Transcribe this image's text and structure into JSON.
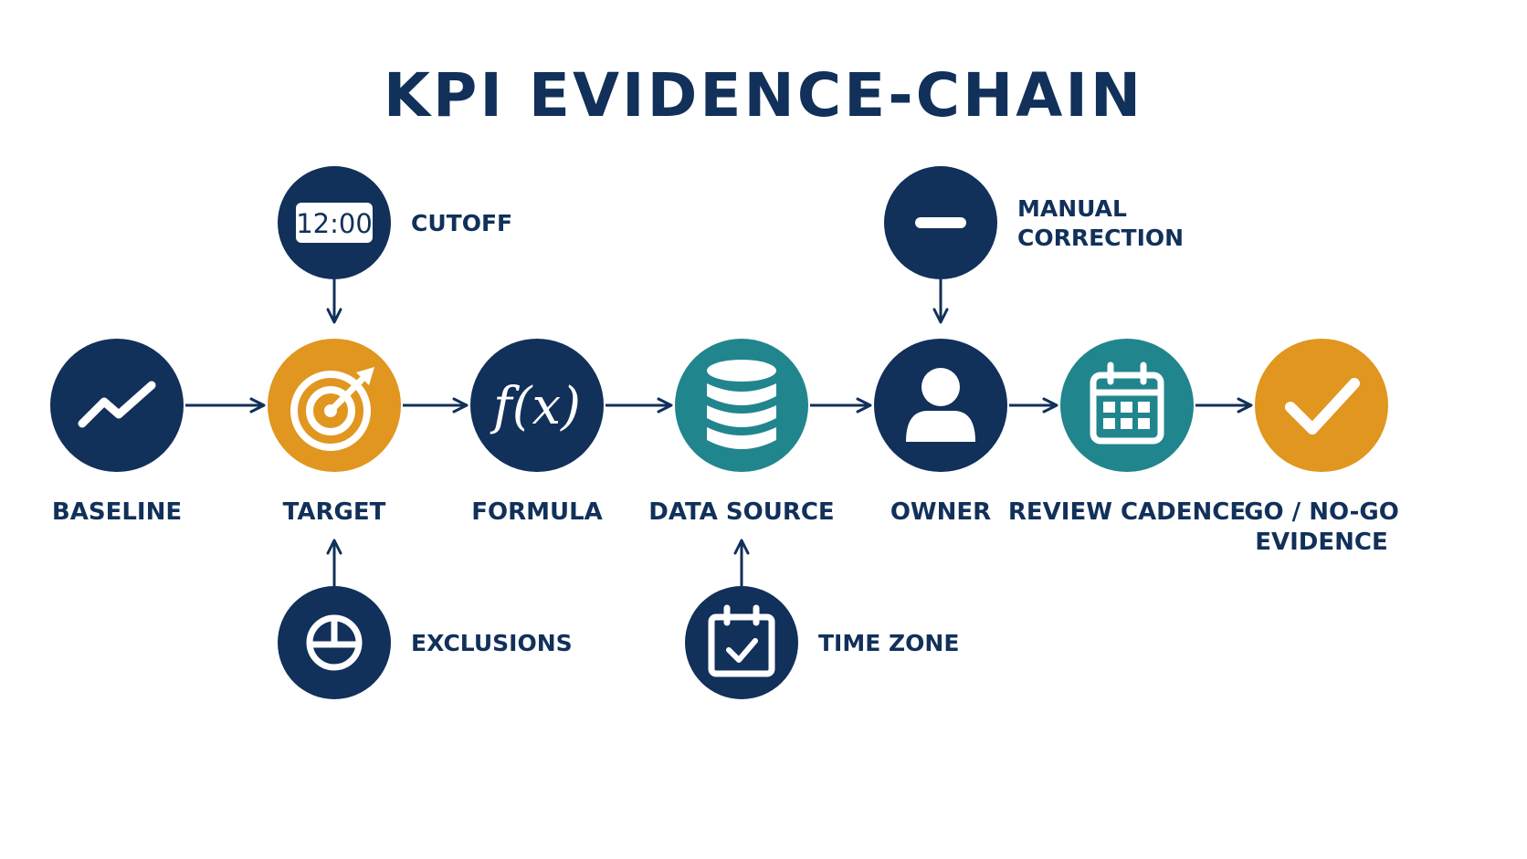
{
  "title": "KPI EVIDENCE-CHAIN",
  "colors": {
    "navy": "#11305a",
    "orange": "#e0961f",
    "teal": "#21858d",
    "white": "#ffffff"
  },
  "chain": [
    {
      "id": "baseline",
      "label": "BASELINE",
      "label_lines": [
        "BASELINE"
      ],
      "icon": "trend-line-icon",
      "color": "navy"
    },
    {
      "id": "target",
      "label": "TARGET",
      "label_lines": [
        "TARGET"
      ],
      "icon": "target-arrow-icon",
      "color": "orange"
    },
    {
      "id": "formula",
      "label": "FORMULA",
      "label_lines": [
        "FORMULA"
      ],
      "icon": "function-icon",
      "color": "navy",
      "icon_text": "f(x)"
    },
    {
      "id": "data-source",
      "label": "DATA SOURCE",
      "label_lines": [
        "DATA SOURCE"
      ],
      "icon": "database-icon",
      "color": "teal"
    },
    {
      "id": "owner",
      "label": "OWNER",
      "label_lines": [
        "OWNER"
      ],
      "icon": "user-icon",
      "color": "navy"
    },
    {
      "id": "review-cadence",
      "label": "REVIEW CADENCE",
      "label_lines": [
        "REVIEW CADENCE"
      ],
      "icon": "calendar-icon",
      "color": "teal"
    },
    {
      "id": "go-no-go-evidence",
      "label": "GO / NO-GO EVIDENCE",
      "label_lines": [
        "GO / NO-GO",
        "EVIDENCE"
      ],
      "icon": "checkmark-icon",
      "color": "orange"
    }
  ],
  "modifiers": [
    {
      "id": "cutoff",
      "label_lines": [
        "CUTOFF"
      ],
      "icon": "clock-display-icon",
      "icon_text": "12:00",
      "attaches_to": "target",
      "side": "top"
    },
    {
      "id": "exclusions",
      "label_lines": [
        "EXCLUSIONS"
      ],
      "icon": "exclusion-circle-icon",
      "attaches_to": "target",
      "side": "bottom"
    },
    {
      "id": "time-zone",
      "label_lines": [
        "TIME ZONE"
      ],
      "icon": "calendar-check-icon",
      "attaches_to": "data-source",
      "side": "bottom"
    },
    {
      "id": "manual-correction",
      "label_lines": [
        "MANUAL",
        "CORRECTION"
      ],
      "icon": "minus-icon",
      "attaches_to": "owner",
      "side": "top"
    }
  ]
}
